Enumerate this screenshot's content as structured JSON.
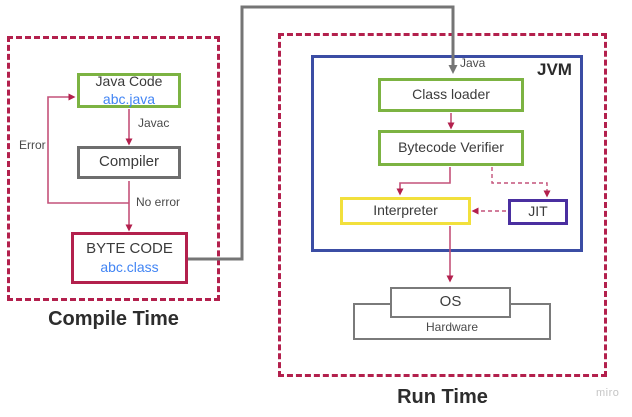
{
  "compile_time": {
    "section_label": "Compile Time",
    "nodes": {
      "java_code": {
        "title": "Java Code",
        "subtitle": "abc.java"
      },
      "compiler": {
        "title": "Compiler"
      },
      "byte_code": {
        "title": "BYTE CODE",
        "subtitle": "abc.class"
      }
    },
    "edge_labels": {
      "javac": "Javac",
      "error": "Error",
      "no_error": "No error"
    }
  },
  "run_time": {
    "section_label": "Run Time",
    "jvm_label": "JVM",
    "nodes": {
      "class_loader": "Class loader",
      "bytecode_verifier": "Bytecode Verifier",
      "interpreter": "Interpreter",
      "jit": "JIT",
      "os": "OS",
      "hardware": "Hardware"
    },
    "edge_labels": {
      "java": "Java"
    }
  },
  "watermark": "miro",
  "colors": {
    "region_border": "#b3204d",
    "green_node_border": "#7cb342",
    "gray_node_border": "#6e6e6e",
    "jvm_border": "#3b4da4",
    "jit_border": "#4a2fa0",
    "interpreter_border": "#f2e03c",
    "byte_code_border": "#b3204d",
    "connector_gray": "#757575",
    "connector_crimson": "#b3204d",
    "connector_pink_line": "#c4527a",
    "file_name_blue": "#4285f4"
  }
}
